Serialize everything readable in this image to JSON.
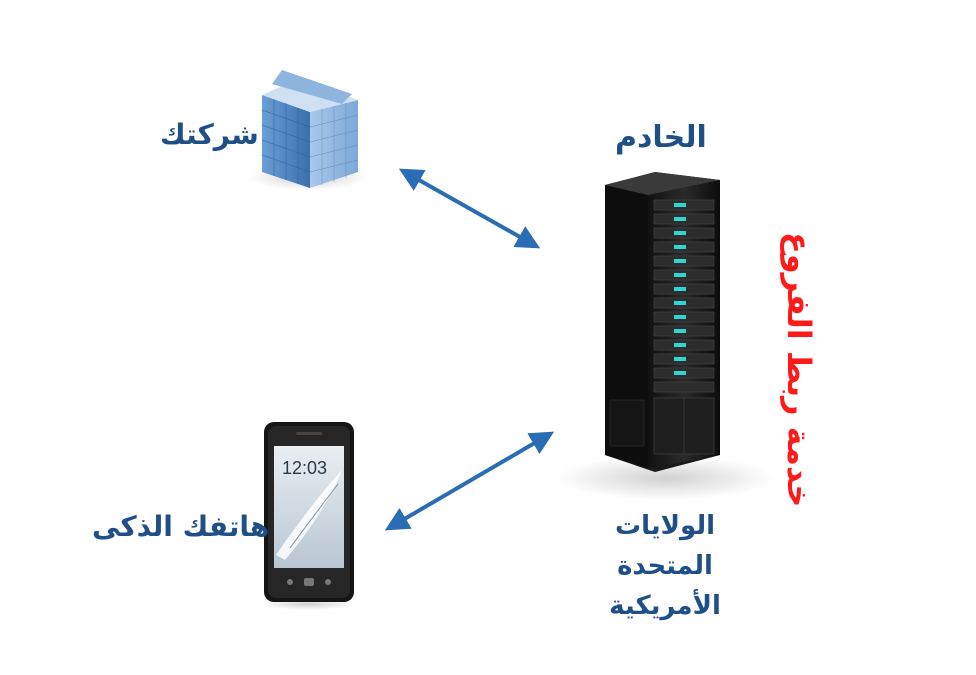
{
  "labels": {
    "company": "شركتك",
    "server": "الخادم",
    "phone": "هاتفك الذكى",
    "location": "الولايات المتحدة الأمريكية",
    "service": "خدمة ربط الفروع"
  },
  "phone_screen": {
    "time": "12:03"
  },
  "colors": {
    "label_blue": "#1f4f86",
    "service_red": "#ff1a1a",
    "arrow_blue": "#2a6db5",
    "server_led": "#2ad6d6"
  },
  "icons": {
    "company": "office-building-icon",
    "server": "server-rack-icon",
    "phone": "smartphone-icon"
  }
}
